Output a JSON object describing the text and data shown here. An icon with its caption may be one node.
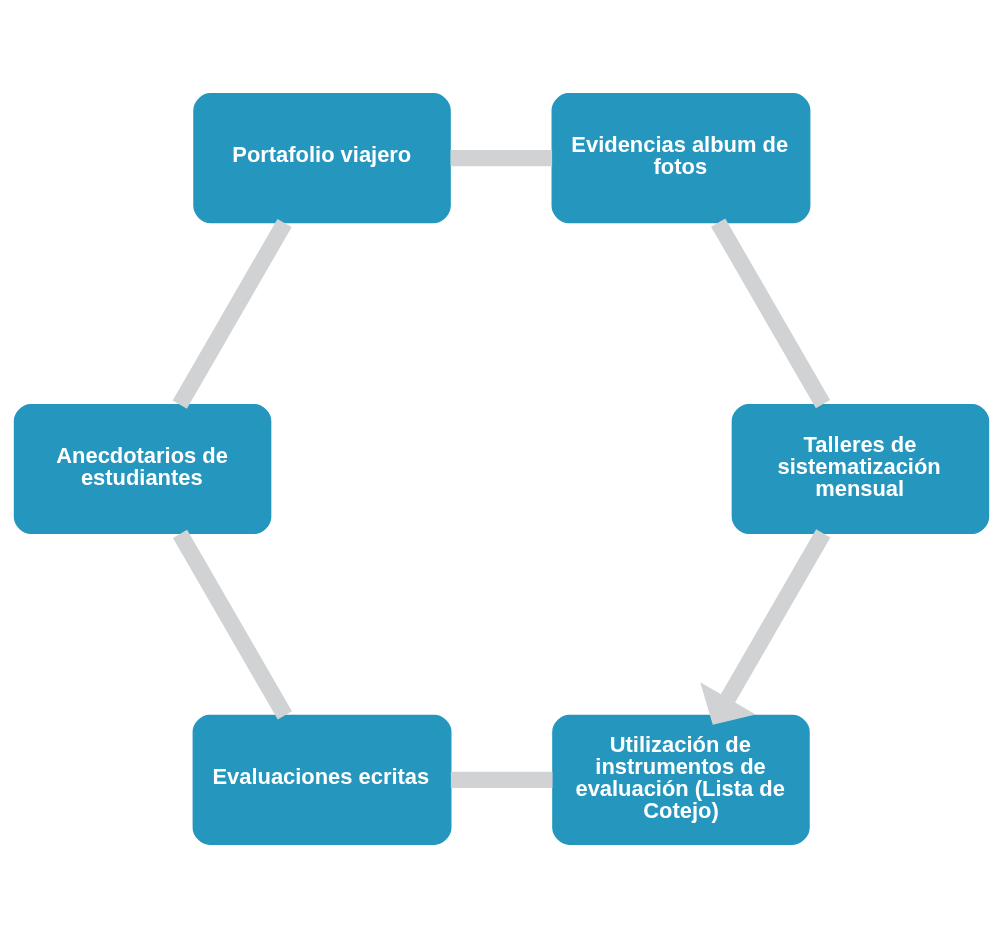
{
  "diagram": {
    "nodes": [
      {
        "text": [
          "Utilización de instrumentos de evaluación (Lista de Cotejo)"
        ]
      },
      {
        "text": [
          "Evaluaciones ecritas"
        ]
      },
      {
        "text": [
          "Anecdotarios de estudiantes"
        ]
      },
      {
        "text": [
          "Portafolio viajero"
        ]
      },
      {
        "text": [
          "Evidencias album de fotos"
        ]
      },
      {
        "text": [
          "Talleres de sistematización mensual"
        ]
      }
    ],
    "edges": [
      {
        "from": 0,
        "to": 1,
        "arrow": "none"
      },
      {
        "from": 1,
        "to": 2,
        "arrow": "none"
      },
      {
        "from": 2,
        "to": 3,
        "arrow": "none"
      },
      {
        "from": 3,
        "to": 4,
        "arrow": "none"
      },
      {
        "from": 4,
        "to": 5,
        "arrow": "none"
      },
      {
        "from": 5,
        "to": 0,
        "arrow": "to"
      }
    ]
  }
}
